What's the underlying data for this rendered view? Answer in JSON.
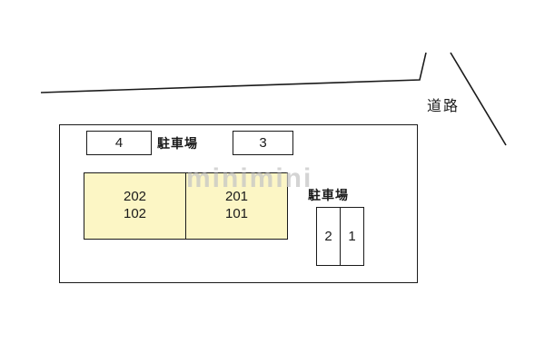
{
  "page": {
    "background": "#ffffff"
  },
  "road": {
    "label": "道路"
  },
  "site": {
    "watermark": "minimini",
    "parking_top": {
      "label": "駐車場",
      "spaces": [
        {
          "number": "4"
        },
        {
          "number": "3"
        }
      ]
    },
    "buildings": [
      {
        "line1": "202",
        "line2": "102"
      },
      {
        "line1": "201",
        "line2": "101"
      }
    ],
    "parking_right": {
      "label": "駐車場",
      "spaces": [
        {
          "number": "2"
        },
        {
          "number": "1"
        }
      ]
    }
  },
  "colors": {
    "outline": "#1a1a1a",
    "building_fill": "#fcf6c5",
    "watermark": "#c6c6c6",
    "page_background": "#ffffff"
  }
}
